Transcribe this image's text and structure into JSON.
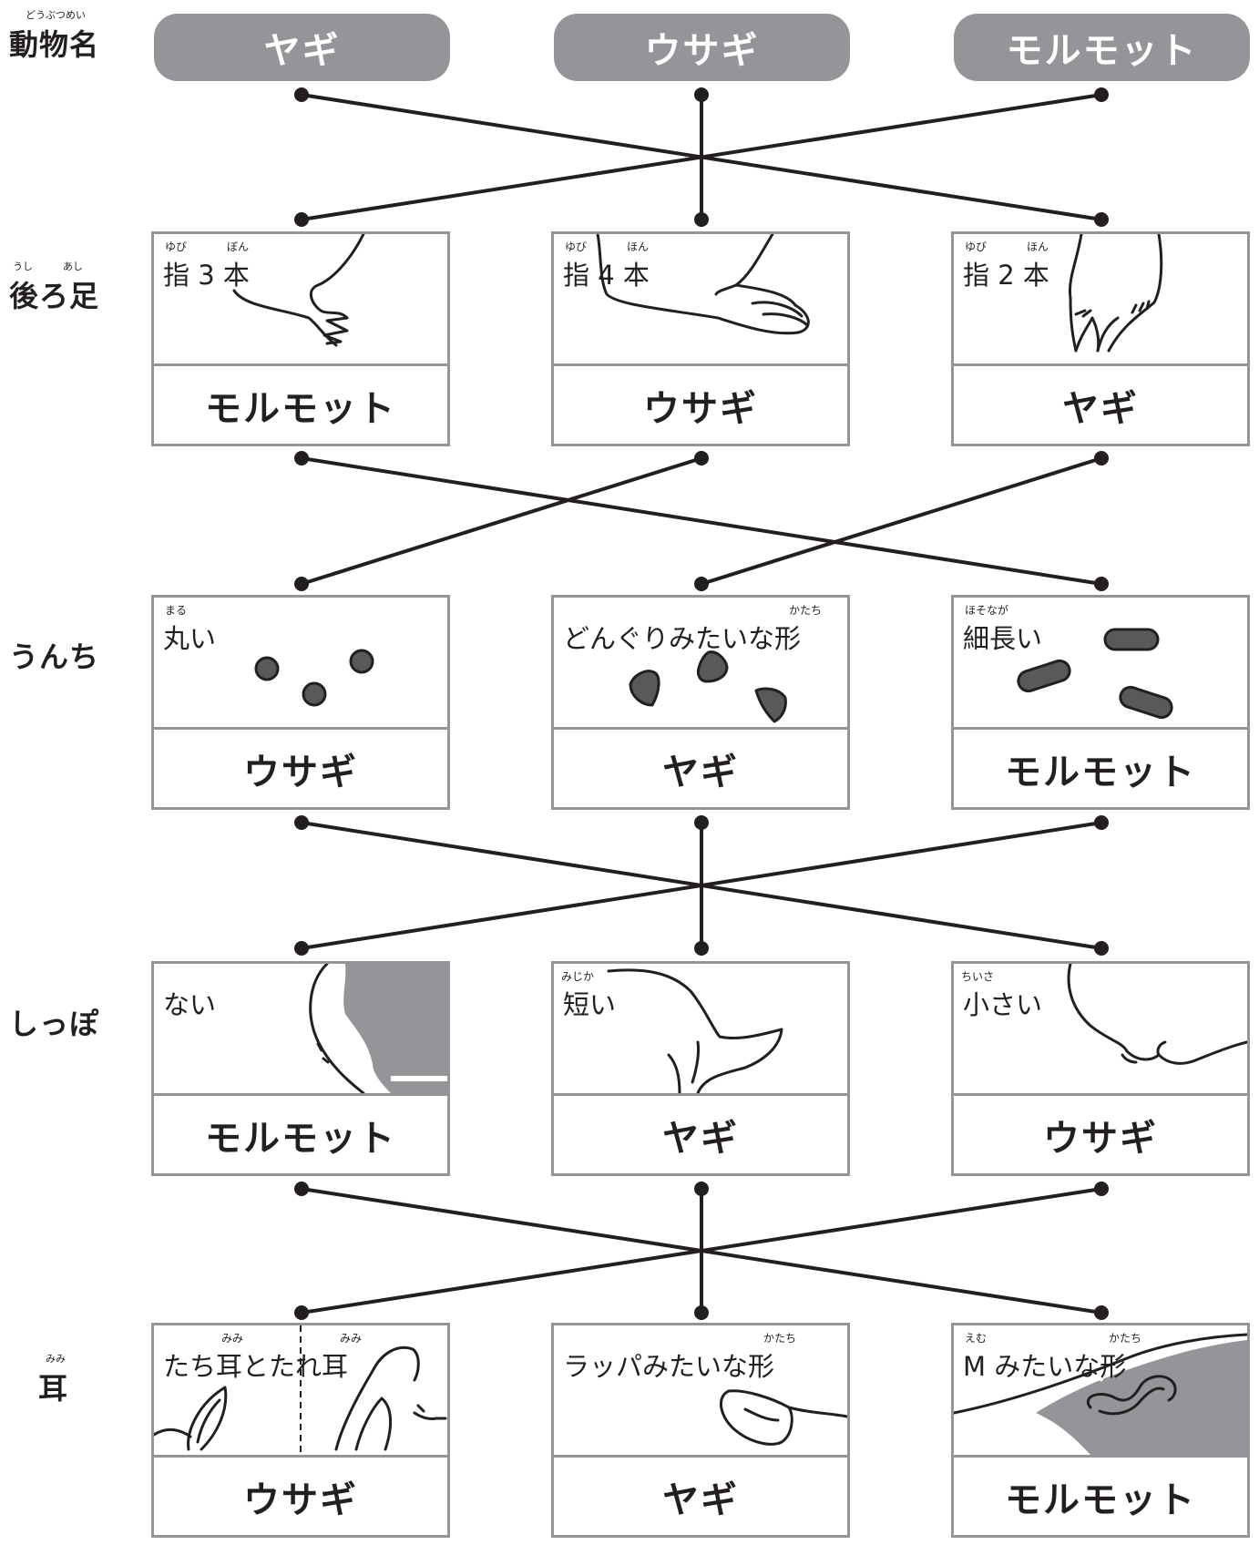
{
  "row_labels": [
    {
      "ruby": "どうぶつめい",
      "label": "動物名"
    },
    {
      "ruby": "うし　　　あし",
      "label": "後ろ足"
    },
    {
      "ruby": "",
      "label": "うんち"
    },
    {
      "ruby": "",
      "label": "しっぽ"
    },
    {
      "ruby": "みみ",
      "label": "耳"
    }
  ],
  "animals": [
    "ヤギ",
    "ウサギ",
    "モルモット"
  ],
  "hind_legs": [
    {
      "ruby1": "ゆび",
      "ruby2": "ぼん",
      "description": "指 3 本",
      "answer": "モルモット",
      "icon": "guinea-pig-foot-icon"
    },
    {
      "ruby1": "ゆび",
      "ruby2": "ほん",
      "description": "指 4 本",
      "answer": "ウサギ",
      "icon": "rabbit-foot-icon"
    },
    {
      "ruby1": "ゆび",
      "ruby2": "ほん",
      "description": "指 2 本",
      "answer": "ヤギ",
      "icon": "goat-hoof-icon"
    }
  ],
  "droppings": [
    {
      "ruby": "まる",
      "description": "丸い",
      "answer": "ウサギ",
      "icon": "round-droppings-icon"
    },
    {
      "ruby": "かたち",
      "description": "どんぐりみたいな形",
      "answer": "ヤギ",
      "icon": "acorn-droppings-icon"
    },
    {
      "ruby": "ほそなが",
      "description": "細長い",
      "answer": "モルモット",
      "icon": "long-droppings-icon"
    }
  ],
  "tails": [
    {
      "ruby": "",
      "description": "ない",
      "answer": "モルモット",
      "icon": "no-tail-icon"
    },
    {
      "ruby": "みじか",
      "description": "短い",
      "answer": "ヤギ",
      "icon": "short-tail-icon"
    },
    {
      "ruby": "ちいさ",
      "description": "小さい",
      "answer": "ウサギ",
      "icon": "small-tail-icon"
    }
  ],
  "ears": [
    {
      "ruby1": "みみ",
      "ruby2": "みみ",
      "description": "たち耳とたれ耳",
      "answer": "ウサギ",
      "icon": "rabbit-ears-icon"
    },
    {
      "ruby": "かたち",
      "description": "ラッパみたいな形",
      "answer": "ヤギ",
      "icon": "trumpet-ear-icon"
    },
    {
      "ruby1": "えむ",
      "ruby2": "かたち",
      "description": "M みたいな形",
      "answer": "モルモット",
      "icon": "m-shaped-ear-icon"
    }
  ],
  "colors": {
    "pill": "#939598",
    "border": "#939598",
    "line": "#231f20",
    "fill": "#58595b",
    "shade": "#939598"
  }
}
